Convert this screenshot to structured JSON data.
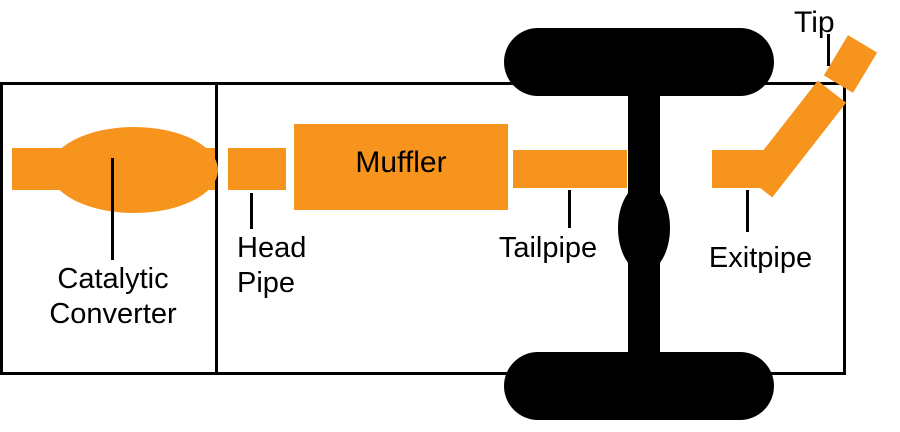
{
  "colors": {
    "pipe": "#F7941E",
    "ink": "#000000",
    "background": "#FFFFFF"
  },
  "labels": {
    "catalytic_converter": [
      "Catalytic",
      "Converter"
    ],
    "head_pipe": [
      "Head",
      "Pipe"
    ],
    "muffler": "Muffler",
    "tailpipe": "Tailpipe",
    "exitpipe": "Exitpipe",
    "tip": "Tip"
  }
}
